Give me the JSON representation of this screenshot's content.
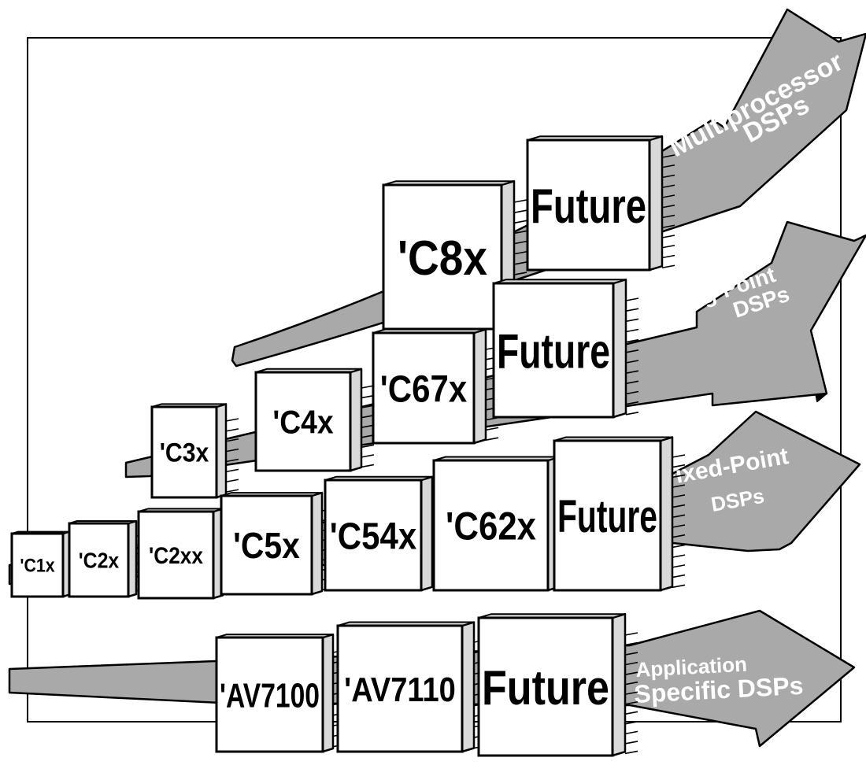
{
  "families": [
    {
      "id": "multiprocessor",
      "arrow_label": [
        "Multiprocessor",
        "DSPs"
      ],
      "chips": [
        "'C8x",
        "Future"
      ]
    },
    {
      "id": "floating-point",
      "arrow_label": [
        "Floating-Point",
        "DSPs"
      ],
      "chips": [
        "'C3x",
        "'C4x",
        "'C67x",
        "Future"
      ]
    },
    {
      "id": "fixed-point",
      "arrow_label": [
        "Fixed-Point",
        "DSPs"
      ],
      "chips": [
        "'C1x",
        "'C2x",
        "'C2xx",
        "'C5x",
        "'C54x",
        "'C62x",
        "Future"
      ]
    },
    {
      "id": "application-specific",
      "arrow_label": [
        "Application",
        "Specific DSPs"
      ],
      "chips": [
        "'AV7100",
        "'AV7110",
        "Future"
      ]
    }
  ],
  "colors": {
    "arrow_fill": "#a9a9a9",
    "arrow_shadow": "#000000",
    "chip_face": "#ffffff",
    "chip_side": "#d9d9d9",
    "outline": "#000000",
    "arrow_text": "#ffffff"
  }
}
